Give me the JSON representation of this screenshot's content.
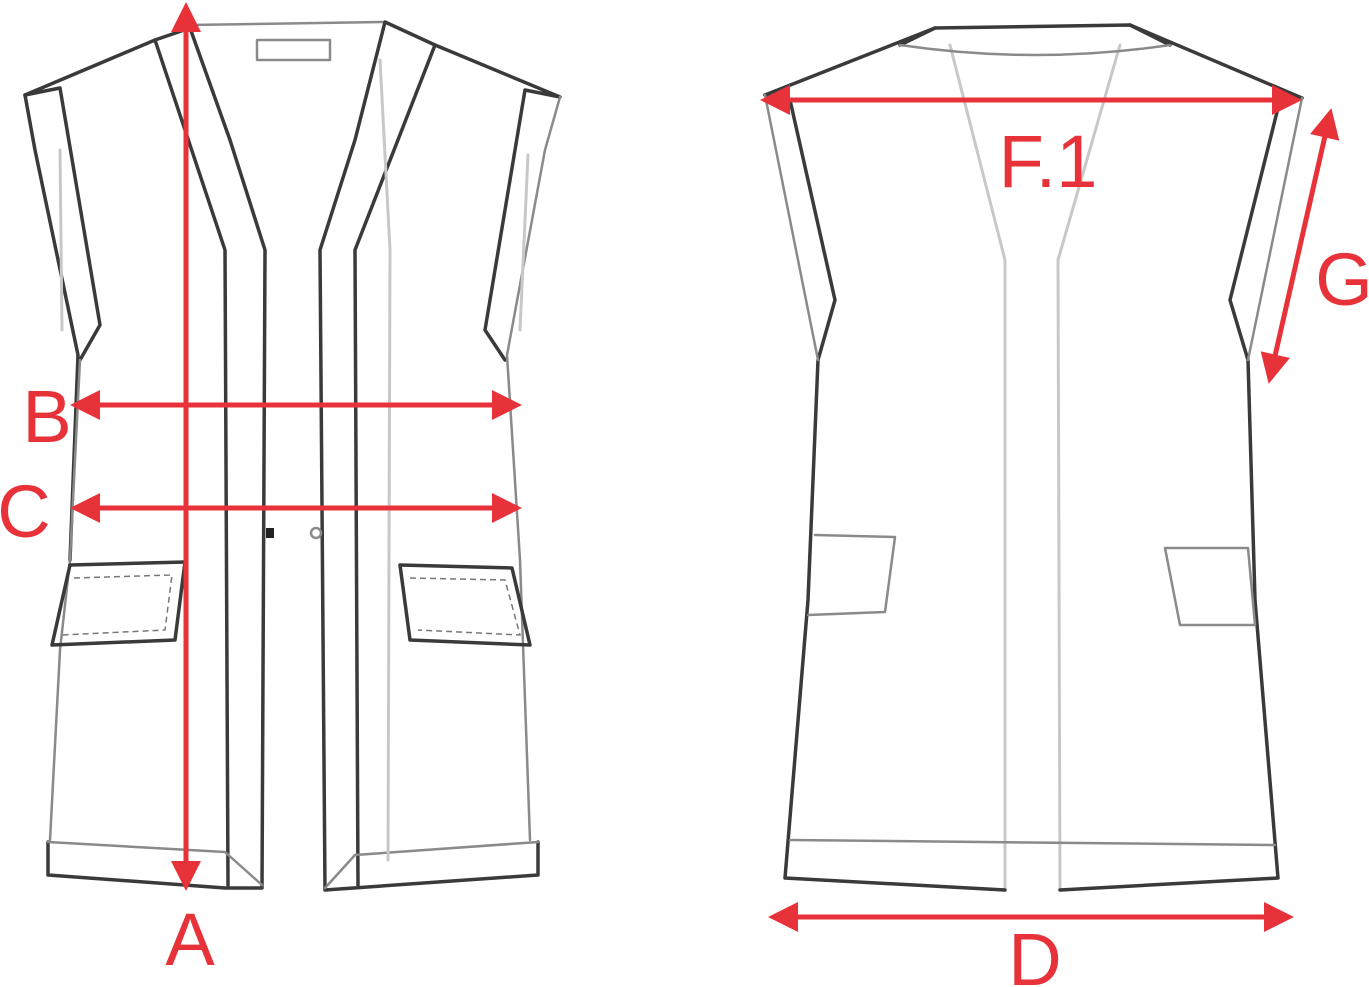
{
  "diagram": {
    "accent_color": "#e8323a",
    "front_view": {
      "measurements": [
        {
          "id": "A",
          "label": "A",
          "meaning": "length"
        },
        {
          "id": "B",
          "label": "B",
          "meaning": "chest"
        },
        {
          "id": "C",
          "label": "C",
          "meaning": "waist"
        }
      ]
    },
    "back_view": {
      "measurements": [
        {
          "id": "D",
          "label": "D",
          "meaning": "hem"
        },
        {
          "id": "F1",
          "label": "F.1",
          "meaning": "shoulder"
        },
        {
          "id": "G",
          "label": "G",
          "meaning": "armhole"
        }
      ]
    }
  }
}
